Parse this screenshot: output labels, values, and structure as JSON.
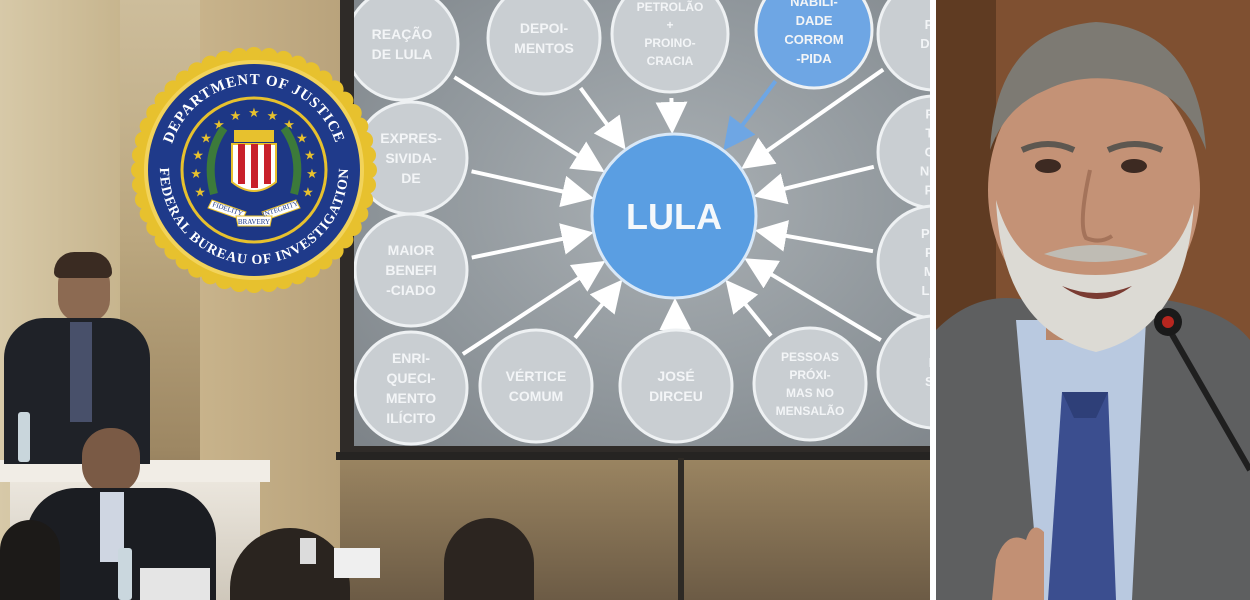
{
  "seal": {
    "top_text": "DEPARTMENT OF JUSTICE",
    "bottom_text": "FEDERAL BUREAU OF INVESTIGATION",
    "ribbon_left": "FIDELITY",
    "ribbon_mid": "BRAVERY",
    "ribbon_right": "INTEGRITY",
    "colors": {
      "gold": "#e7c12e",
      "blue": "#1f3a8a",
      "red": "#c8202a"
    }
  },
  "slide": {
    "center_label": "LULA",
    "bubbles": [
      {
        "lines": [
          "REAÇÃO",
          "DE LULA"
        ]
      },
      {
        "lines": [
          "DEPOI-",
          "MENTOS"
        ]
      },
      {
        "lines": [
          "PETROLÃO",
          "+",
          "PROINO-",
          "CRACIA"
        ]
      },
      {
        "lines": [
          "NABILI-",
          "DADE",
          "CORROM",
          "-PIDA"
        ]
      },
      {
        "lines": [
          "PO",
          "DEC"
        ]
      },
      {
        "lines": [
          "EXPRES-",
          "SIVIDA-",
          "DE"
        ]
      },
      {
        "lines": [
          "PE",
          "TU",
          "CR",
          "NOS",
          "PO"
        ]
      },
      {
        "lines": [
          "MAIOR",
          "BENEFI",
          "-CIADO"
        ]
      },
      {
        "lines": [
          "PES",
          "PR",
          "MA",
          "LAV"
        ]
      },
      {
        "lines": [
          "ENRI-",
          "QUECI-",
          "MENTO",
          "ILÍCITO"
        ]
      },
      {
        "lines": [
          "VÉRTICE",
          "COMUM"
        ]
      },
      {
        "lines": [
          "JOSÉ",
          "DIRCEU"
        ]
      },
      {
        "lines": [
          "PESSOAS",
          "PRÓXI-",
          "MAS NO",
          "MENSALÃO"
        ]
      },
      {
        "lines": [
          "M",
          "SA"
        ]
      }
    ],
    "colors": {
      "bubble": "#c9ced2",
      "center": "#5a9ee2",
      "highlight": "#6ea6e4",
      "arrow": "#ffffff"
    }
  }
}
